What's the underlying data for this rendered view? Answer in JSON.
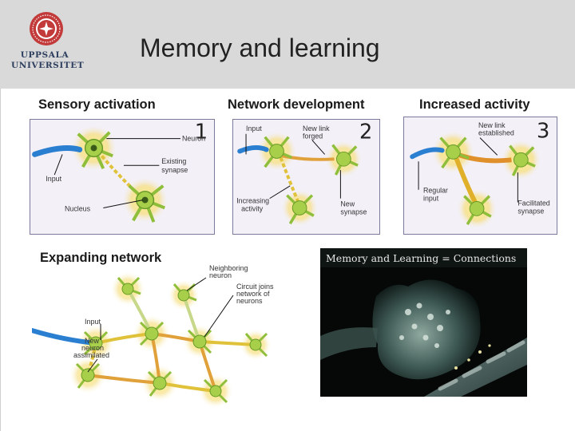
{
  "slide": {
    "title": "Memory and learning"
  },
  "logo": {
    "line1": "UPPSALA",
    "line2": "UNIVERSITET"
  },
  "captions": {
    "sensory": "Sensory activation",
    "network_dev": "Network development",
    "increased": "Increased activity",
    "expanding": "Expanding network"
  },
  "panel1": {
    "number": "1",
    "neuron": "Neuron",
    "existing1": "Existing",
    "existing2": "synapse",
    "input": "Input",
    "nucleus": "Nucleus"
  },
  "panel2": {
    "number": "2",
    "input": "Input",
    "newlink1": "New link",
    "newlink2": "forged",
    "increasing1": "Increasing",
    "increasing2": "activity",
    "new1": "New",
    "new2": "synapse"
  },
  "panel3": {
    "number": "3",
    "newlink1": "New link",
    "newlink2": "established",
    "regular1": "Regular",
    "regular2": "input",
    "facilitated1": "Facilitated",
    "facilitated2": "synapse"
  },
  "network": {
    "neighboring1": "Neighboring",
    "neighboring2": "neuron",
    "circuit1": "Circuit joins",
    "circuit2": "network of",
    "circuit3": "neurons",
    "input": "Input",
    "newneuron1": "New",
    "newneuron2": "neuron",
    "newneuron3": "assimilated"
  },
  "photo": {
    "title": "Memory and Learning = Connections"
  }
}
